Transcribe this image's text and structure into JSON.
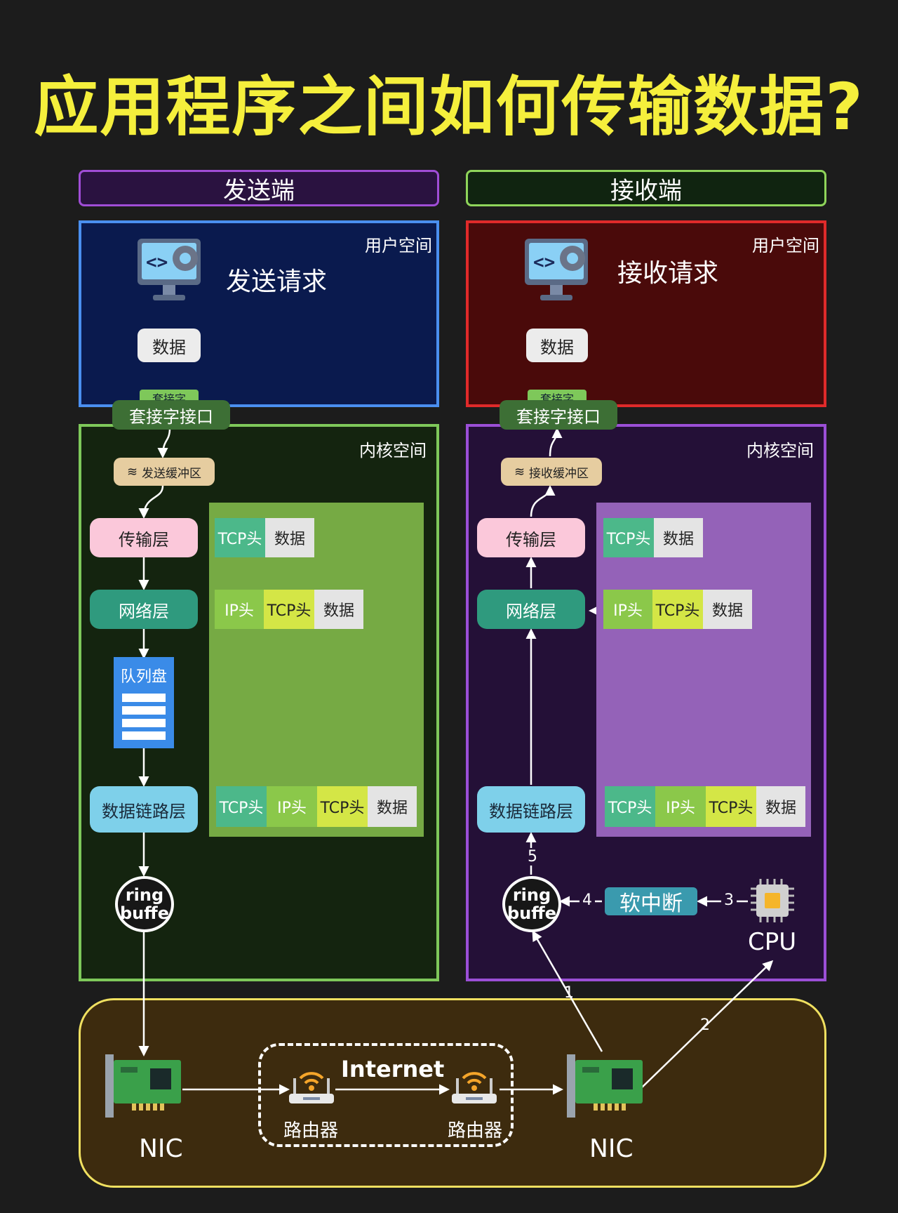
{
  "title": "应用程序之间如何传输数据?",
  "sender": {
    "header": "发送端",
    "user_space": "用户空间",
    "request": "发送请求",
    "data": "数据",
    "socket_tag": "套接字",
    "socket_iface": "套接字接口",
    "kernel_space": "内核空间",
    "buffer": "发送缓冲区",
    "transport": "传输层",
    "network": "网络层",
    "queue": "队列盘",
    "datalink": "数据链路层",
    "ring1": "ring",
    "ring2": "buffe",
    "pk1": [
      "TCP头",
      "数据"
    ],
    "pk2": [
      "IP头",
      "TCP头",
      "数据"
    ],
    "pk3": [
      "TCP头",
      "IP头",
      "TCP头",
      "数据"
    ]
  },
  "receiver": {
    "header": "接收端",
    "user_space": "用户空间",
    "request": "接收请求",
    "data": "数据",
    "socket_tag": "套接字",
    "socket_iface": "套接字接口",
    "kernel_space": "内核空间",
    "buffer": "接收缓冲区",
    "transport": "传输层",
    "network": "网络层",
    "datalink": "数据链路层",
    "ring1": "ring",
    "ring2": "buffe",
    "softirq": "软中断",
    "cpu": "CPU",
    "pk1": [
      "TCP头",
      "数据"
    ],
    "pk2": [
      "IP头",
      "TCP头",
      "数据"
    ],
    "pk3": [
      "TCP头",
      "IP头",
      "TCP头",
      "数据"
    ]
  },
  "steps": [
    "1",
    "2",
    "3",
    "4",
    "5"
  ],
  "network": {
    "internet": "Internet",
    "router1": "路由器",
    "router2": "路由器",
    "nic1": "NIC",
    "nic2": "NIC"
  },
  "colors": {
    "title": "#f5ef3c",
    "sender_header_border": "#a04dd6",
    "receiver_header_border": "#8fd55a",
    "sender_user_bg": "#0a1a4e",
    "sender_user_border": "#4a8ff0",
    "receiver_user_bg": "#4a0a0a",
    "receiver_user_border": "#e02a2a",
    "sender_kernel_bg": "#14240f",
    "sender_kernel_border": "#7ec85a",
    "receiver_kernel_bg": "#241037",
    "receiver_kernel_border": "#9b4fd6",
    "bottom_bg": "#3d2b0e",
    "bottom_border": "#f0e060"
  }
}
